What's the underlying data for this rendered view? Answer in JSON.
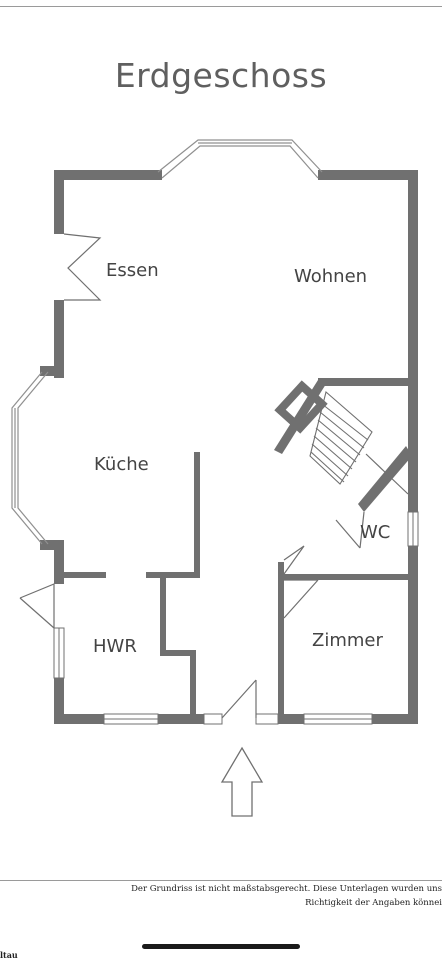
{
  "title": "Erdgeschoss",
  "rooms": {
    "essen": "Essen",
    "wohnen": "Wohnen",
    "kueche": "Küche",
    "wc": "WC",
    "hwr": "HWR",
    "zimmer": "Zimmer"
  },
  "footer": {
    "note_line1": "Der Grundriss ist nicht maßstabsgerecht. Diese Unterlagen wurden uns",
    "note_line2": "Richtigkeit der Angaben könnei",
    "corner_text": "ltau"
  },
  "colors": {
    "wall": "#707070",
    "window": "#909090",
    "text": "#444444"
  }
}
